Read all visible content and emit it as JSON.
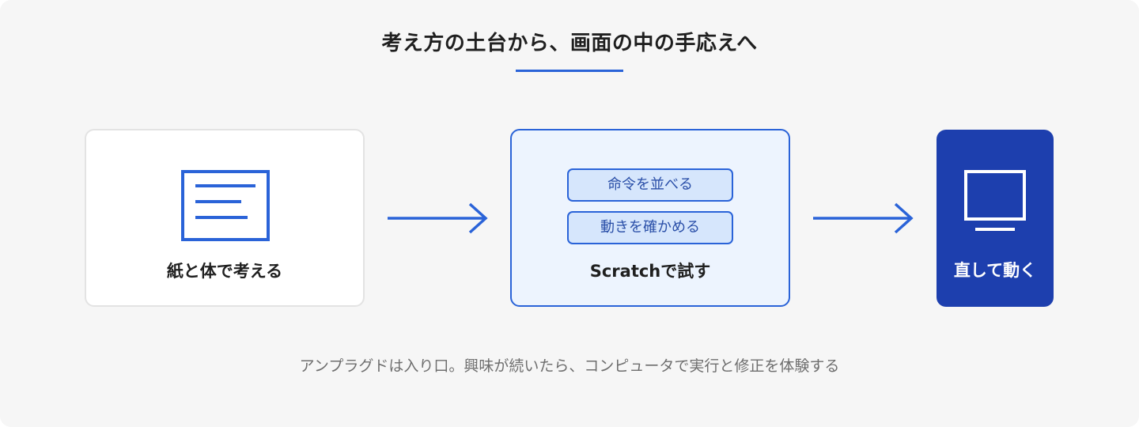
{
  "title": "考え方の土台から、画面の中の手応えへ",
  "steps": [
    {
      "label": "紙と体で考える",
      "icon": "document-lines-icon"
    },
    {
      "label": "Scratchで試す",
      "blocks": [
        "命令を並べる",
        "動きを確かめる"
      ]
    },
    {
      "label": "直して動く",
      "icon": "monitor-icon"
    }
  ],
  "caption": "アンプラグドは入り口。興味が続いたら、コンピュータで実行と修正を体験する",
  "colors": {
    "accent": "#2a63d8",
    "dark_card": "#1d3fae",
    "light_card": "#edf4fe",
    "block_fill": "#d6e6fc",
    "background": "#f6f6f6"
  }
}
